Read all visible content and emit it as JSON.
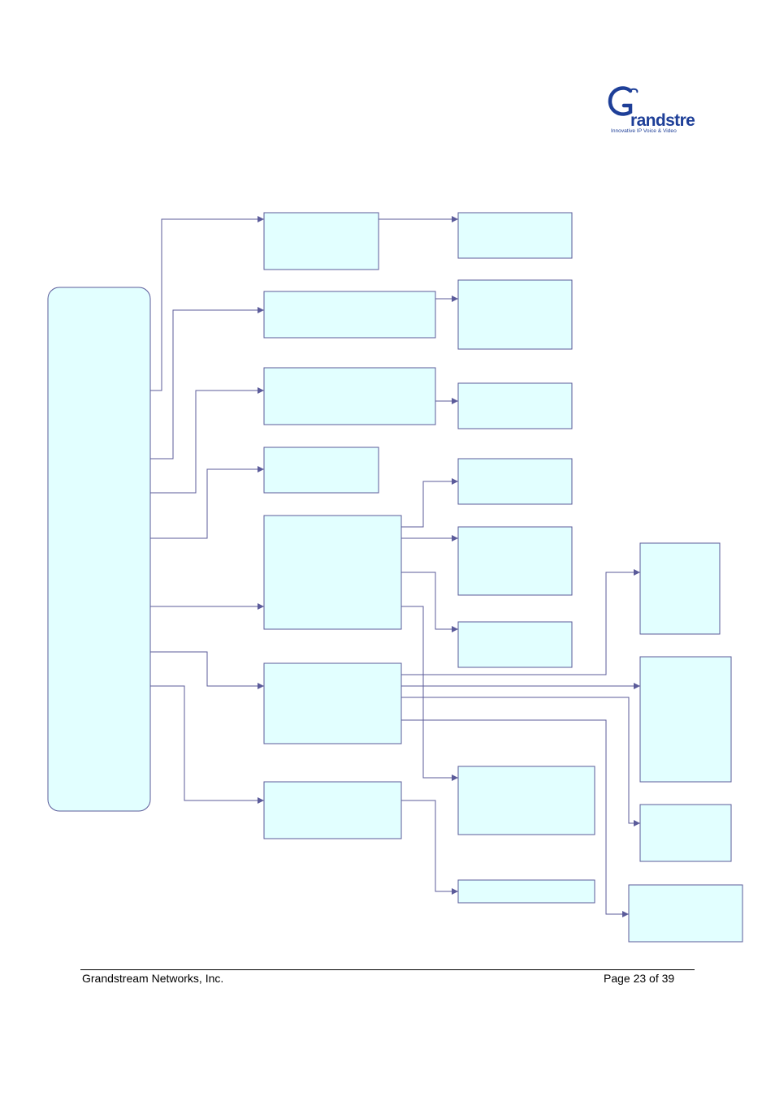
{
  "header": {
    "logo": {
      "icon": "grandstream-logo",
      "wordmark": "randstream",
      "tagline": "Innovative IP Voice & Video",
      "color": "#1e3f98"
    }
  },
  "diagram": {
    "box_fill": "#e2ffff",
    "box_stroke": "#5b5b9a",
    "connector_color": "#5b5b9a"
  },
  "footer": {
    "company": "Grandstream Networks, Inc.",
    "page": "Page 23 of 39"
  }
}
